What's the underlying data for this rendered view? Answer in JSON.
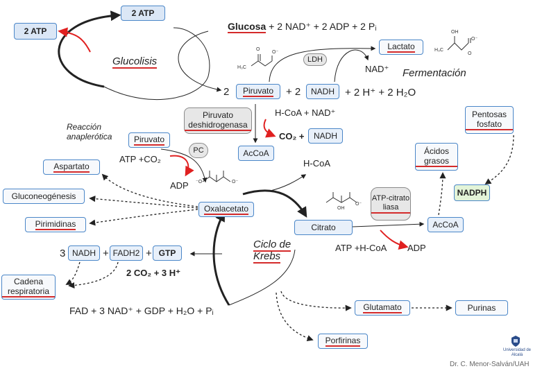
{
  "diagram": {
    "nodes": {
      "atp_top": "2 ATP",
      "atp_left": "2 ATP",
      "lactato": "Lactato",
      "ldh": "LDH",
      "piruvato_main": "Piruvato",
      "nadh_main": "NADH",
      "pdh": "Piruvato deshidrogenasa",
      "nadh_pdh": "NADH",
      "piruvato_left": "Piruvato",
      "pc": "PC",
      "accoa_center": "AcCoA",
      "aspartato": "Aspartato",
      "gluconeogenesis": "Gluconeogénesis",
      "pirimidinas": "Pirimidinas",
      "oxalacetato": "Oxalacetato",
      "citrato": "Citrato",
      "atp_citrato_liasa": "ATP-citrato liasa",
      "accoa_right": "AcCoA",
      "acidos_grasos": "Ácidos grasos",
      "pentosas_fosfato": "Pentosas fosfato",
      "nadph": "NADPH",
      "nadh_krebs": "NADH",
      "fadh2": "FADH2",
      "gtp": "GTP",
      "cadena_respiratoria": "Cadena respiratoria",
      "glutamato": "Glutamato",
      "purinas": "Purinas",
      "porfirinas": "Porfirinas"
    },
    "labels": {
      "glucolisis": "Glucolisis",
      "glucose_eq_sub": "Glucosa",
      "glucose_eq_rest": "+ 2 NAD⁺ + 2 ADP + 2 Pᵢ",
      "nad_plus": "NAD⁺",
      "fermentacion": "Fermentación",
      "two_a": "2",
      "plus_two": "+ 2",
      "pyr_products": "+ 2 H⁺ + 2 H₂O",
      "hcoa_nad": "H-CoA + NAD⁺",
      "co2_plus": "CO₂ +",
      "reaccion_anaplerotica": "Reacción anaplerótica",
      "atp_co2": "ATP +CO₂",
      "adp_left": "ADP",
      "hcoa_center": "H-CoA",
      "ciclo_krebs": "Ciclo de Krebs",
      "atp_hcoa": "ATP +H-CoA",
      "adp_right": "ADP",
      "three": "3",
      "plus_a": "+",
      "plus_b": "+",
      "co2_h": "2 CO₂ + 3 H⁺",
      "fad_eq": "FAD + 3 NAD⁺ + GDP + H₂O +  Pᵢ",
      "univ": "Universidad de Alcalá",
      "credit": "Dr. C. Menor-Salván/UAH"
    },
    "structure_text": {
      "h3c_pyr": "H₃C",
      "o_pyr": "O",
      "ominus_pyr": "O⁻",
      "oh_lac": "OH",
      "h3c_lac": "H₃C",
      "ominus_lac": "O⁻",
      "o_lac": "O",
      "oa_left": "⁻O",
      "oa_right": "O⁻",
      "cit_oh": "OH",
      "cit_ominus": "O⁻"
    },
    "colors": {
      "box_border": "#4a86c8",
      "box_fill": "#e8f0fa",
      "underline": "#d42a2a",
      "red_arrow": "#e02020",
      "green_fill": "#e3f4d8",
      "grey_fill": "#e7e7e7"
    }
  }
}
